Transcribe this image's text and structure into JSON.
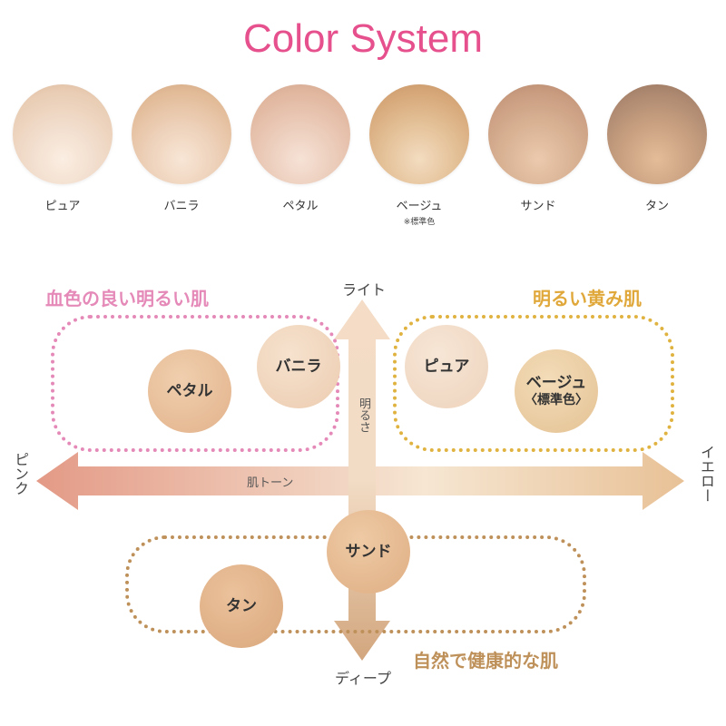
{
  "title": "Color System",
  "swatches": [
    {
      "label": "ピュア",
      "color_top": "#e9cdb4",
      "color_bottom": "#fbeee2"
    },
    {
      "label": "バニラ",
      "color_top": "#e2bb98",
      "color_bottom": "#f8e6d6"
    },
    {
      "label": "ペタル",
      "color_top": "#e1b79f",
      "color_bottom": "#f6e2d6"
    },
    {
      "label": "ベージュ",
      "note": "※標準色",
      "color_top": "#d6a778",
      "color_bottom": "#f3dcc0"
    },
    {
      "label": "サンド",
      "color_top": "#c99c80",
      "color_bottom": "#ecc9ad"
    },
    {
      "label": "タン",
      "color_top": "#ad8870",
      "color_bottom": "#e4bc98"
    }
  ],
  "map": {
    "groups": {
      "pink": {
        "title": "血色の良い明るい肌",
        "color": "#e58ab8"
      },
      "yellow": {
        "title": "明るい黄み肌",
        "color": "#e0b340"
      },
      "deep": {
        "title": "自然で健康的な肌",
        "color": "#bf915a"
      }
    },
    "axes": {
      "top": "ライト",
      "bottom": "ディープ",
      "left": "ピンク",
      "right": "イエロー",
      "horizontal_name": "肌トーン",
      "vertical_name": "明るさ"
    },
    "bubbles": {
      "petal": "ペタル",
      "vanilla": "バニラ",
      "pure": "ピュア",
      "beige": "ベージュ",
      "beige_sub": "〈標準色〉",
      "sand": "サンド",
      "tan": "タン"
    }
  }
}
